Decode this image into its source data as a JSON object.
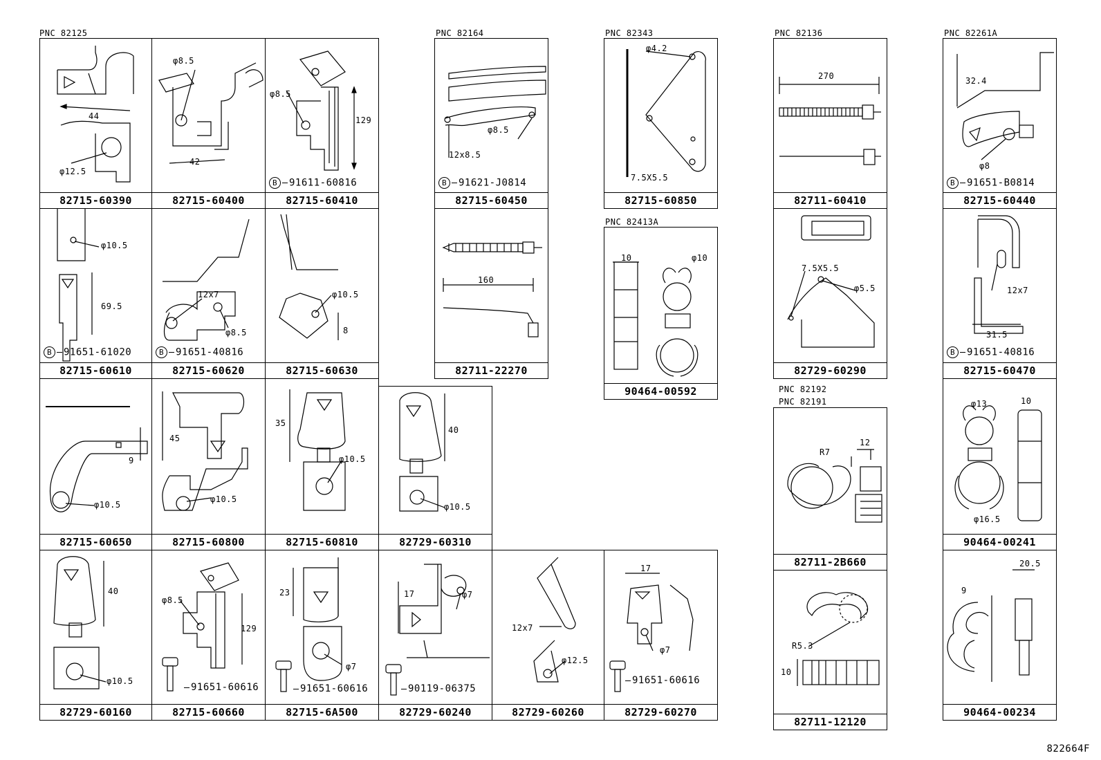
{
  "pnc_labels": [
    "PNC 82125",
    "PNC 82164",
    "PNC 82343",
    "PNC 82136",
    "PNC 82261A",
    "PNC 82413A",
    "PNC  82192",
    "PNC  82191"
  ],
  "cells": [
    {
      "part": "82715-60390",
      "labels": [
        "44",
        "φ12.5"
      ]
    },
    {
      "part": "82715-60400",
      "labels": [
        "φ8.5",
        "42"
      ]
    },
    {
      "part": "82715-60410",
      "labels": [
        "φ8.5",
        "129"
      ],
      "bolt": "91611-60816"
    },
    {
      "part": "82715-60450",
      "labels": [
        "φ8.5",
        "12x8.5"
      ],
      "bolt": "91621-J0814"
    },
    {
      "part": "82715-60850",
      "labels": [
        "φ4.2",
        "7.5X5.5"
      ]
    },
    {
      "part": "82711-60410",
      "labels": [
        "270"
      ]
    },
    {
      "part": "82715-60440",
      "labels": [
        "32.4",
        "φ8"
      ],
      "bolt": "91651-B0814"
    },
    {
      "part": "82715-60610",
      "labels": [
        "φ10.5",
        "69.5"
      ],
      "bolt": "91651-61020"
    },
    {
      "part": "82715-60620",
      "labels": [
        "12x7",
        "φ8.5"
      ],
      "bolt": "91651-40816"
    },
    {
      "part": "82715-60630",
      "labels": [
        "φ10.5",
        "8"
      ]
    },
    {
      "part": "82711-22270",
      "labels": [
        "160"
      ]
    },
    {
      "part": "90464-00592",
      "labels": [
        "10",
        "φ10"
      ]
    },
    {
      "part": "82729-60290",
      "labels": [
        "7.5X5.5",
        "φ5.5"
      ]
    },
    {
      "part": "82715-60470",
      "labels": [
        "12x7",
        "31.5"
      ],
      "bolt": "91651-40816"
    },
    {
      "part": "82715-60650",
      "labels": [
        "9",
        "φ10.5"
      ]
    },
    {
      "part": "82715-60800",
      "labels": [
        "45",
        "φ10.5"
      ]
    },
    {
      "part": "82715-60810",
      "labels": [
        "35",
        "φ10.5"
      ]
    },
    {
      "part": "82729-60310",
      "labels": [
        "40",
        "φ10.5"
      ]
    },
    {
      "part": "82711-2B660",
      "labels": [
        "R7",
        "12"
      ]
    },
    {
      "part": "90464-00241",
      "labels": [
        "φ13",
        "10",
        "φ16.5"
      ]
    },
    {
      "part": "82729-60160",
      "labels": [
        "40",
        "φ10.5"
      ]
    },
    {
      "part": "82715-60660",
      "labels": [
        "φ8.5",
        "129"
      ],
      "screw": "91651-60616"
    },
    {
      "part": "82715-6A500",
      "labels": [
        "23",
        "φ7"
      ],
      "screw": "91651-60616"
    },
    {
      "part": "82729-60240",
      "labels": [
        "17",
        "φ7"
      ],
      "screw": "90119-06375"
    },
    {
      "part": "82729-60260",
      "labels": [
        "12x7",
        "φ12.5"
      ]
    },
    {
      "part": "82729-60270",
      "labels": [
        "17",
        "φ7"
      ],
      "screw": "91651-60616"
    },
    {
      "part": "82711-12120",
      "labels": [
        "R5.3",
        "10"
      ]
    },
    {
      "part": "90464-00234",
      "labels": [
        "9",
        "20.5"
      ]
    }
  ],
  "diagram_code": "822664F"
}
